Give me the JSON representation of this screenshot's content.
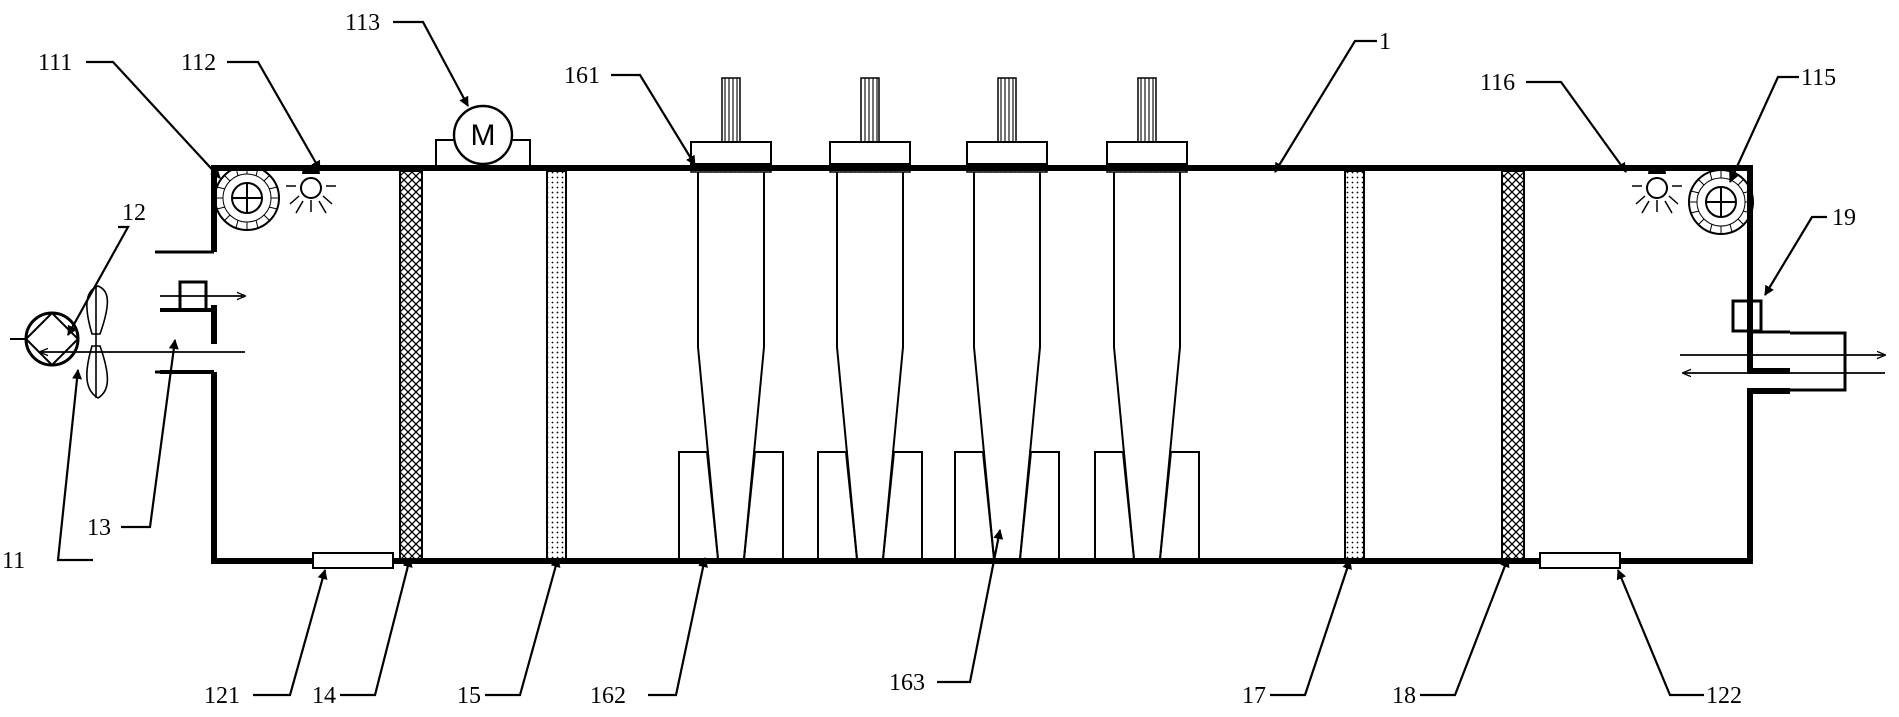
{
  "labels": {
    "l1": "1",
    "l11": "11",
    "l12": "12",
    "l13": "13",
    "l14": "14",
    "l15": "15",
    "l17": "17",
    "l18": "18",
    "l19": "19",
    "l111": "111",
    "l112": "112",
    "l113": "113",
    "l115": "115",
    "l116": "116",
    "l121": "121",
    "l122": "122",
    "l161": "161",
    "l162": "162",
    "l163": "163"
  },
  "motor_letter": "M",
  "colors": {
    "line": "#000000",
    "background": "#ffffff"
  }
}
